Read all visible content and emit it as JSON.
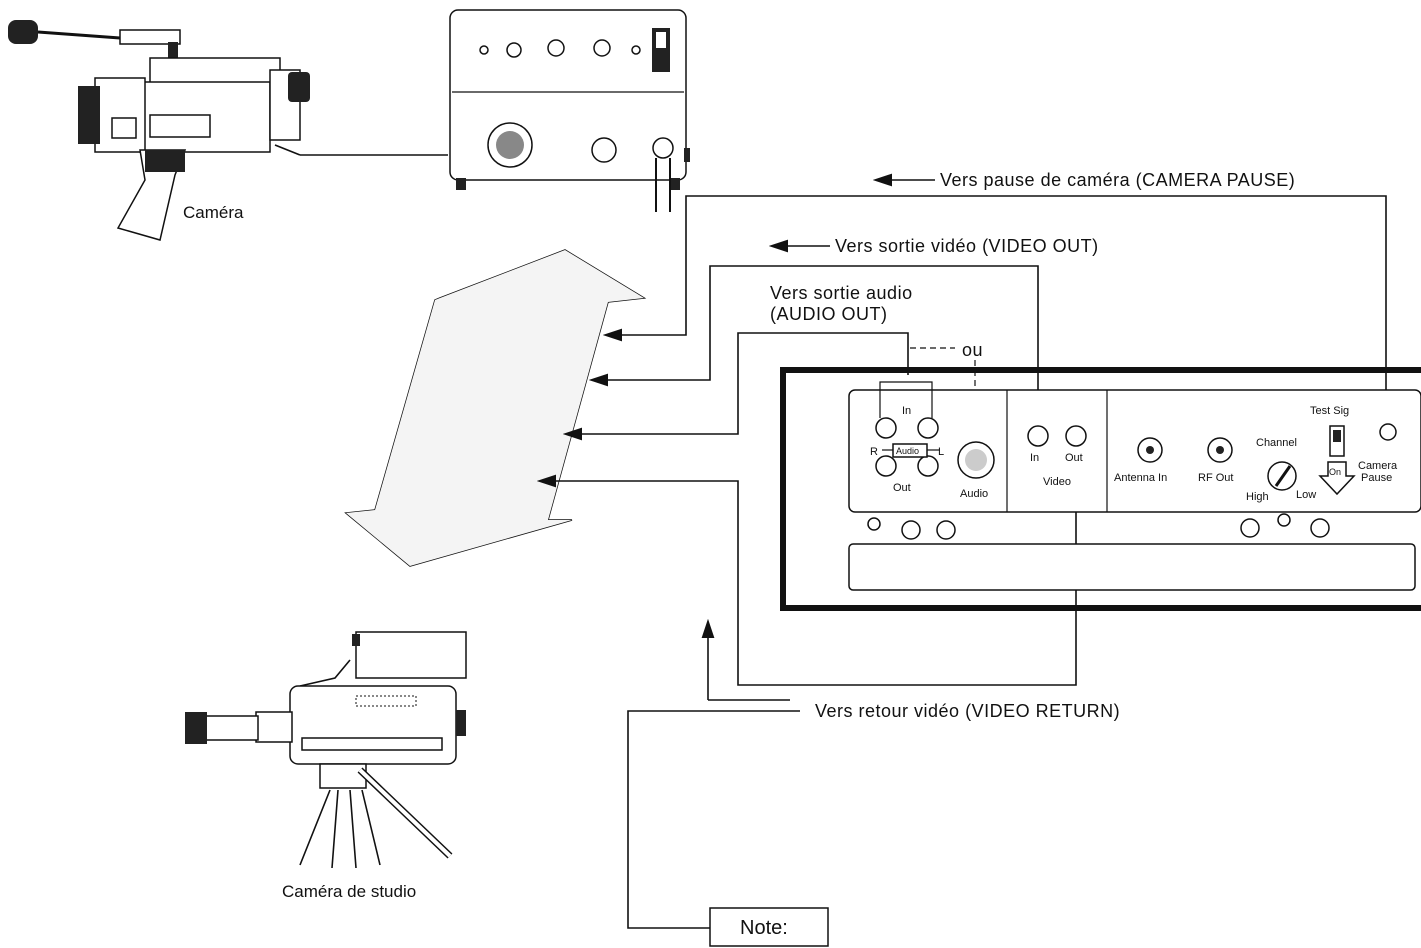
{
  "labels": {
    "camera": "Caméra",
    "studio_camera": "Caméra de studio",
    "to_camera_pause": "Vers pause de caméra (CAMERA PAUSE)",
    "to_video_out": "Vers sortie vidéo (VIDEO OUT)",
    "to_audio_out_line1": "Vers sortie audio",
    "to_audio_out_line2": "(AUDIO OUT)",
    "or": "ou",
    "to_video_return": "Vers retour vidéo (VIDEO RETURN)",
    "note": "Note:"
  },
  "panel": {
    "audio_in": "In",
    "audio_r": "R",
    "audio_mid": "Audio",
    "audio_l": "L",
    "audio_out": "Out",
    "audio_din": "Audio",
    "video_in": "In",
    "video_out": "Out",
    "video": "Video",
    "antenna_in": "Antenna  In",
    "rf_out": "RF Out",
    "channel": "Channel",
    "high": "High",
    "low": "Low",
    "test_sig": "Test Sig",
    "on": "On",
    "camera_pause_1": "Camera",
    "camera_pause_2": "Pause"
  }
}
